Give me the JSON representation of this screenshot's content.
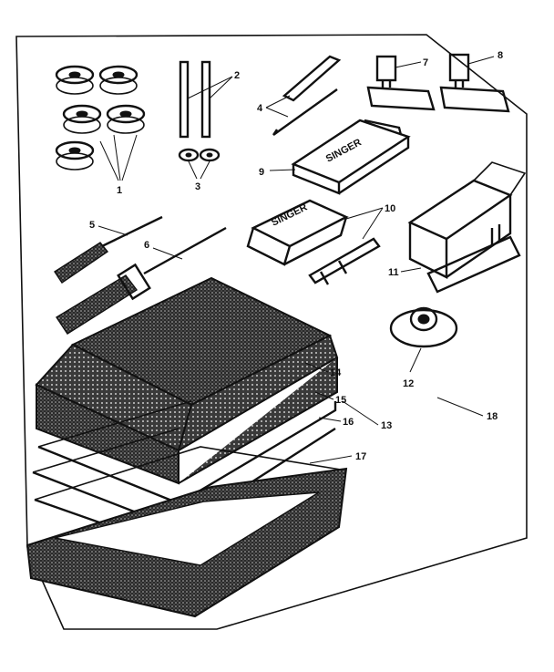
{
  "diagram": {
    "callouts": [
      {
        "id": "c1",
        "label": "1"
      },
      {
        "id": "c2",
        "label": "2"
      },
      {
        "id": "c3",
        "label": "3"
      },
      {
        "id": "c4",
        "label": "4"
      },
      {
        "id": "c5",
        "label": "5"
      },
      {
        "id": "c6",
        "label": "6"
      },
      {
        "id": "c7",
        "label": "7"
      },
      {
        "id": "c8",
        "label": "8"
      },
      {
        "id": "c9",
        "label": "9"
      },
      {
        "id": "c10",
        "label": "10"
      },
      {
        "id": "c11",
        "label": "11"
      },
      {
        "id": "c12",
        "label": "12"
      },
      {
        "id": "c13",
        "label": "13"
      },
      {
        "id": "c14",
        "label": "14"
      },
      {
        "id": "c15",
        "label": "15"
      },
      {
        "id": "c16",
        "label": "16"
      },
      {
        "id": "c17",
        "label": "17"
      },
      {
        "id": "c18",
        "label": "18"
      }
    ],
    "box_labels": {
      "needle_pack": "SINGER",
      "needle_box": "SINGER"
    }
  }
}
